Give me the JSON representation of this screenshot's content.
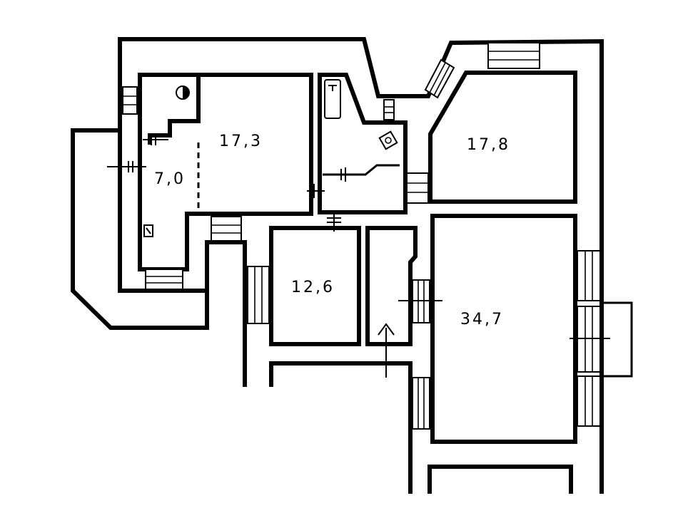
{
  "rooms": {
    "room_a": "17,3",
    "room_b": "7,0",
    "room_c": "17,8",
    "room_d": "12,6",
    "room_e": "34,7"
  },
  "colors": {
    "wall": "#000000",
    "background": "#ffffff"
  },
  "icons": [
    "boiler-icon",
    "bathtub-icon",
    "washing-machine-icon",
    "electric-panel-icon",
    "entrance-arrow-icon"
  ]
}
